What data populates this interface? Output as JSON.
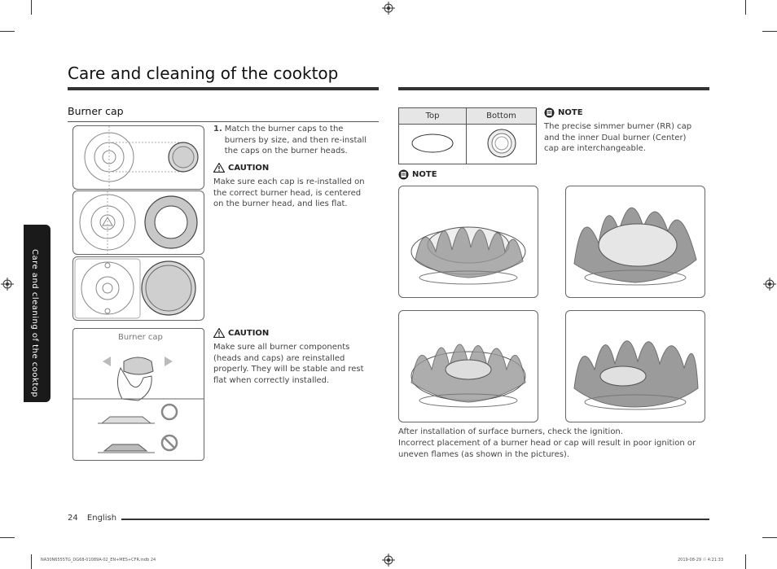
{
  "page": {
    "title": "Care and cleaning of the cooktop",
    "side_tab": "Care and cleaning of the cooktop",
    "page_number": "24",
    "language": "English",
    "print_left": "NA30N6555TG_DG68-01089A-02_EN+MES+CFR.indb   24",
    "print_right": "2019-08-29   ☉ 4:21:33"
  },
  "burner_cap": {
    "heading": "Burner cap",
    "step_number": "1.",
    "step_text": "Match the burner caps to the burners by size, and then re-install the caps on the burner heads.",
    "caution1_label": "CAUTION",
    "caution1_text": "Make sure each cap is re-installed on the correct burner head, is centered on the burner head, and lies flat.",
    "caution2_label": "CAUTION",
    "caution2_text": "Make sure all burner components (heads and caps) are reinstalled properly. They will be stable and rest flat when correctly installed.",
    "image_label": "Burner cap"
  },
  "note_table": {
    "col_top": "Top",
    "col_bottom": "Bottom"
  },
  "note1": {
    "label": "NOTE",
    "text": "The precise simmer burner (RR) cap and the inner Dual burner (Center) cap are interchangeable."
  },
  "note2": {
    "label": "NOTE",
    "text_line1": "After installation of surface burners, check the ignition.",
    "text_line2": "Incorrect placement of a burner head or cap will result in poor ignition or uneven flames (as shown in the pictures)."
  }
}
